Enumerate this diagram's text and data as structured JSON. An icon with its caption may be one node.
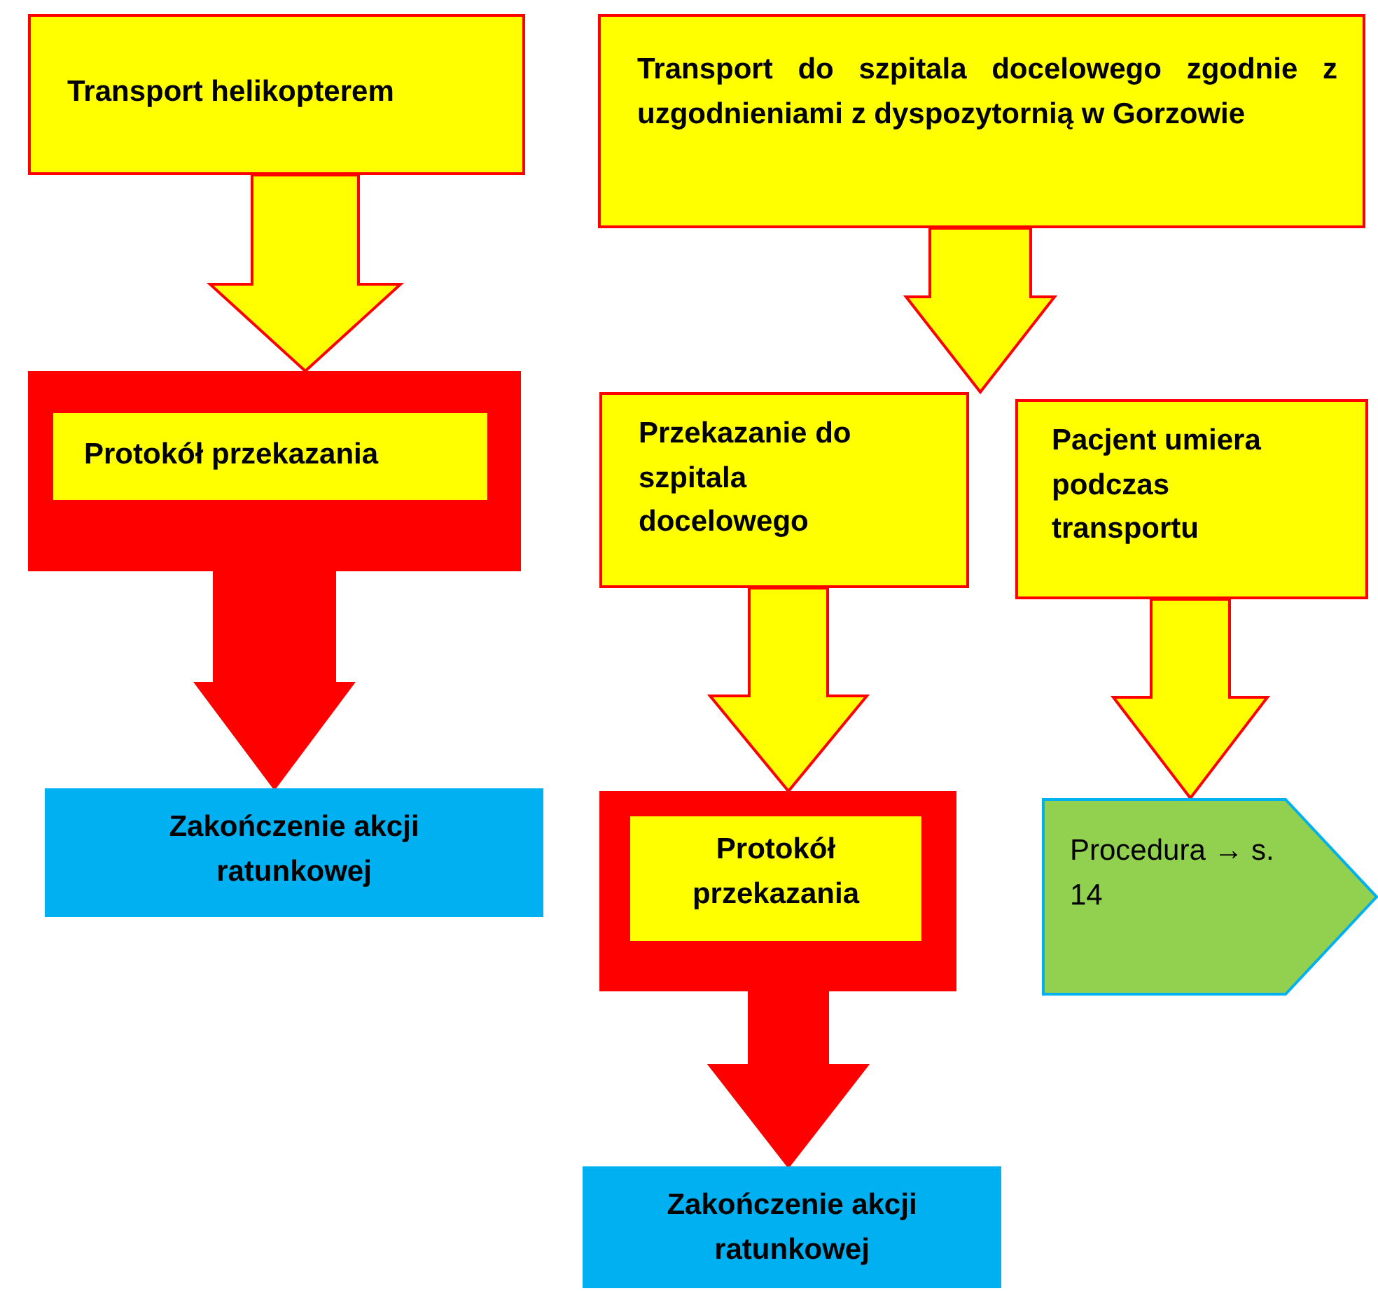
{
  "diagram": {
    "nodes": [
      {
        "text": [
          "Transport helikopterem"
        ]
      },
      {
        "text": [
          "Transport do szpitala docelowego zgodnie z uzgodnieniami z dyspozytornią w Gorzowie"
        ]
      },
      {
        "text": [
          "Protokół przekazania"
        ]
      },
      {
        "text": [
          "Przekazanie do szpitala docelowego"
        ]
      },
      {
        "text": [
          "Pacjent umiera podczas transportu"
        ]
      },
      {
        "text": [
          "Zakończenie akcji ratunkowej"
        ]
      },
      {
        "text": [
          "Protokół przekazania"
        ]
      },
      {
        "text": [
          "Procedura → s. 14"
        ]
      },
      {
        "text": [
          "Zakończenie akcji ratunkowej"
        ]
      }
    ],
    "edges": [
      {
        "from": 0,
        "to": 2,
        "arrow": "to"
      },
      {
        "from": 1,
        "to": 3,
        "arrow": "to"
      },
      {
        "from": 1,
        "to": 4,
        "arrow": "to"
      },
      {
        "from": 2,
        "to": 5,
        "arrow": "to",
        "color": "#ff0000"
      },
      {
        "from": 3,
        "to": 6,
        "arrow": "to"
      },
      {
        "from": 4,
        "to": 7,
        "arrow": "to"
      },
      {
        "from": 6,
        "to": 8,
        "arrow": "to",
        "color": "#ff0000"
      }
    ]
  }
}
